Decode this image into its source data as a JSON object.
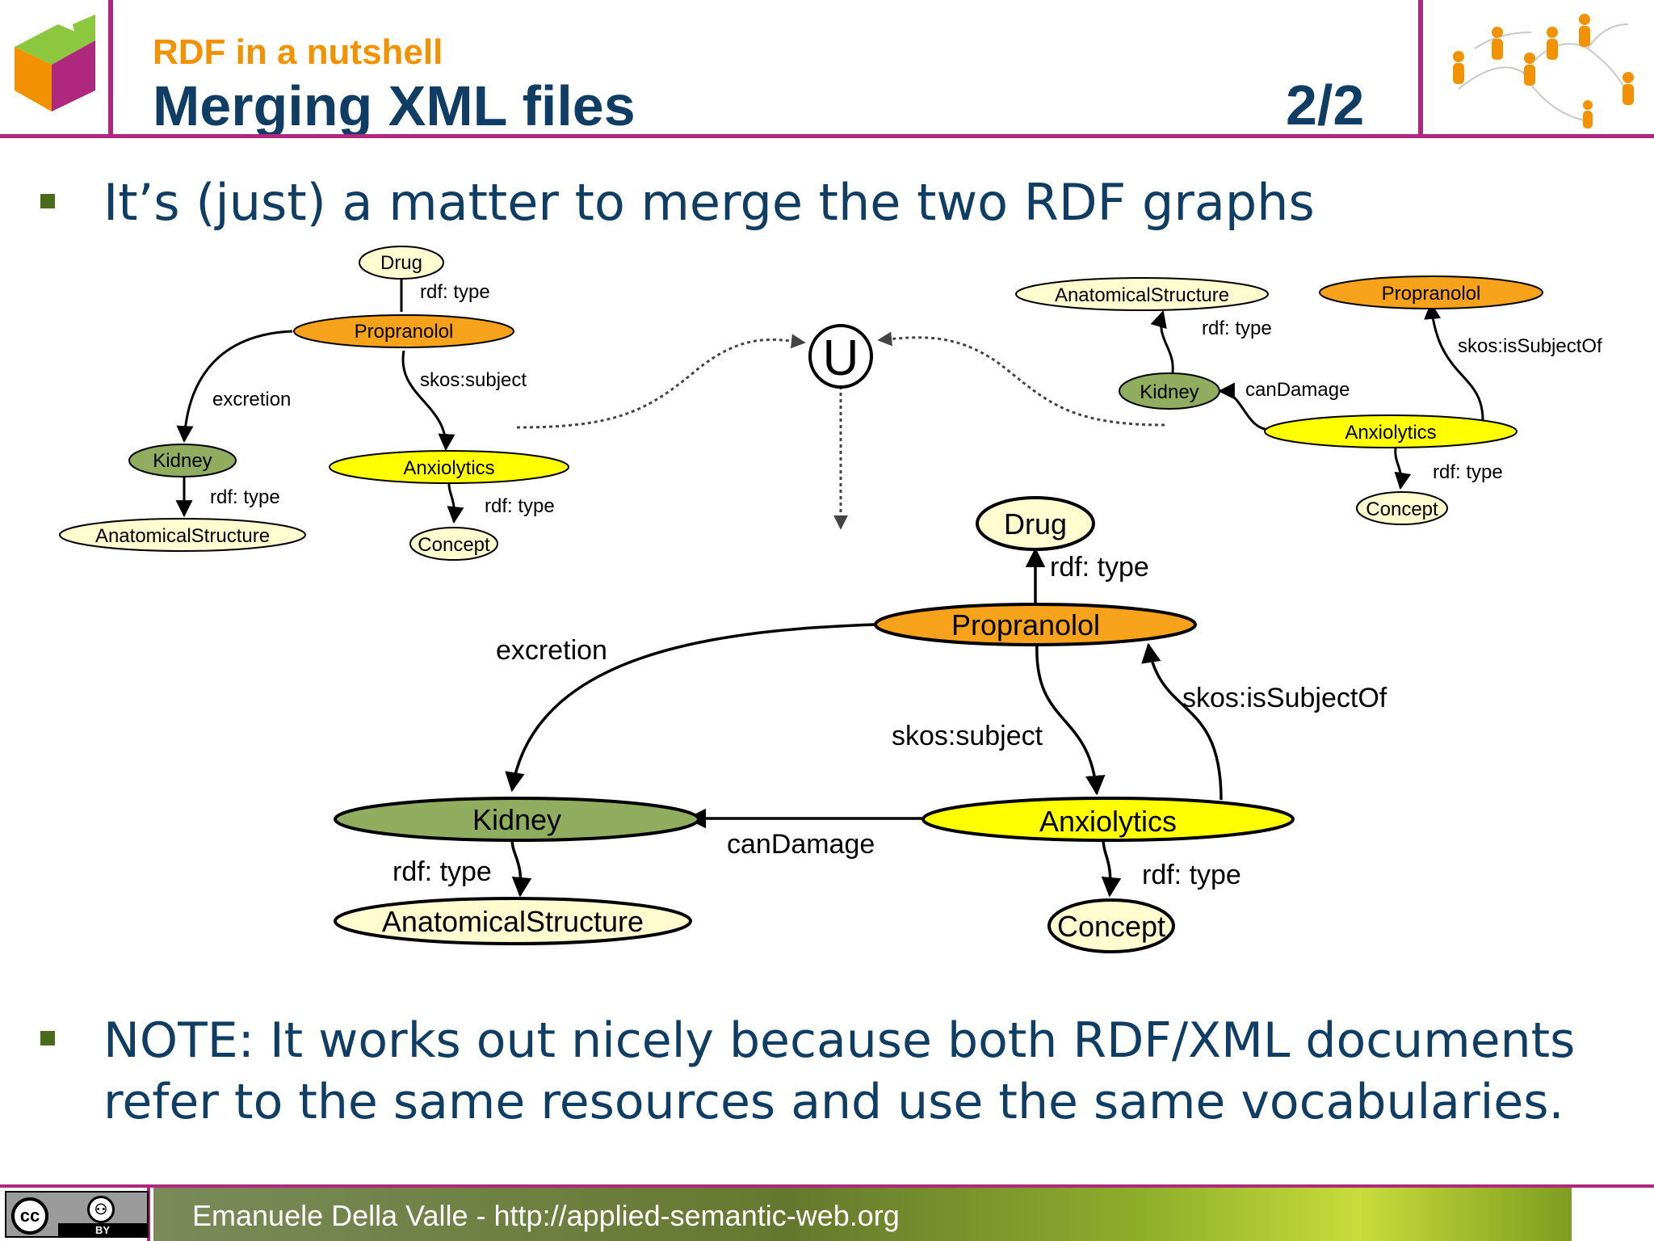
{
  "header": {
    "subtitle": "RDF in a nutshell",
    "title": "Merging XML files",
    "page": "2/2"
  },
  "bullets": [
    "It’s (just) a matter to merge the two RDF graphs",
    "NOTE: It works out nicely because both RDF/XML documents refer to the same resources and use the same vocabularies."
  ],
  "union_symbol": "U",
  "colors": {
    "accent": "#b0287e",
    "title": "#0f3d63",
    "subtitle": "#f39200",
    "propranolol": "#f7a21b",
    "anxiolytics": "#ffff00",
    "kidney": "#8fac5f",
    "class_node": "#fffdd0"
  },
  "graph_left": {
    "nodes": {
      "drug": "Drug",
      "propranolol": "Propranolol",
      "kidney": "Kidney",
      "anxiolytics": "Anxiolytics",
      "anatomical": "AnatomicalStructure",
      "concept": "Concept"
    },
    "edges": {
      "rdf_type_drug": "rdf: type",
      "excretion": "excretion",
      "skos_subject": "skos:subject",
      "rdf_type_kidney": "rdf: type",
      "rdf_type_anx": "rdf: type"
    }
  },
  "graph_right": {
    "nodes": {
      "anatomical": "AnatomicalStructure",
      "propranolol": "Propranolol",
      "kidney": "Kidney",
      "anxiolytics": "Anxiolytics",
      "concept": "Concept"
    },
    "edges": {
      "rdf_type_kidney": "rdf: type",
      "is_subject_of": "skos:isSubjectOf",
      "can_damage": "canDamage",
      "rdf_type_anx": "rdf: type"
    }
  },
  "graph_merged": {
    "nodes": {
      "drug": "Drug",
      "propranolol": "Propranolol",
      "kidney": "Kidney",
      "anxiolytics": "Anxiolytics",
      "anatomical": "AnatomicalStructure",
      "concept": "Concept"
    },
    "edges": {
      "rdf_type_drug": "rdf: type",
      "excretion": "excretion",
      "is_subject_of": "skos:isSubjectOf",
      "skos_subject": "skos:subject",
      "can_damage": "canDamage",
      "rdf_type_kidney": "rdf: type",
      "rdf_type_anx": "rdf: type"
    }
  },
  "footer": {
    "text": "Emanuele Della Valle - http://applied-semantic-web.org",
    "license_cc": "cc",
    "license_by": "BY"
  }
}
